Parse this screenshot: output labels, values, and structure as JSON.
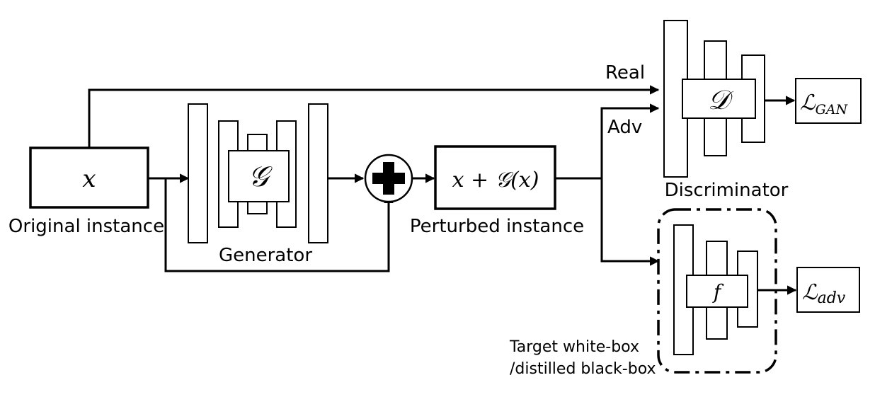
{
  "labels": {
    "original_instance": "Original instance",
    "generator": "Generator",
    "perturbed_instance": "Perturbed instance",
    "discriminator": "Discriminator",
    "real": "Real",
    "adv": "Adv",
    "target_line1": "Target white-box",
    "target_line2": "/distilled black-box"
  },
  "math": {
    "x": "x",
    "G": "𝒢",
    "perturbed_x": "x",
    "perturbed_plus": " + ",
    "perturbed_G": "𝒢",
    "perturbed_arg": "(x)",
    "D": "𝒟",
    "f": "f",
    "loss_gan_L": "ℒ",
    "loss_gan_sub": "GAN",
    "loss_adv_L": "ℒ",
    "loss_adv_sub": "adv"
  }
}
